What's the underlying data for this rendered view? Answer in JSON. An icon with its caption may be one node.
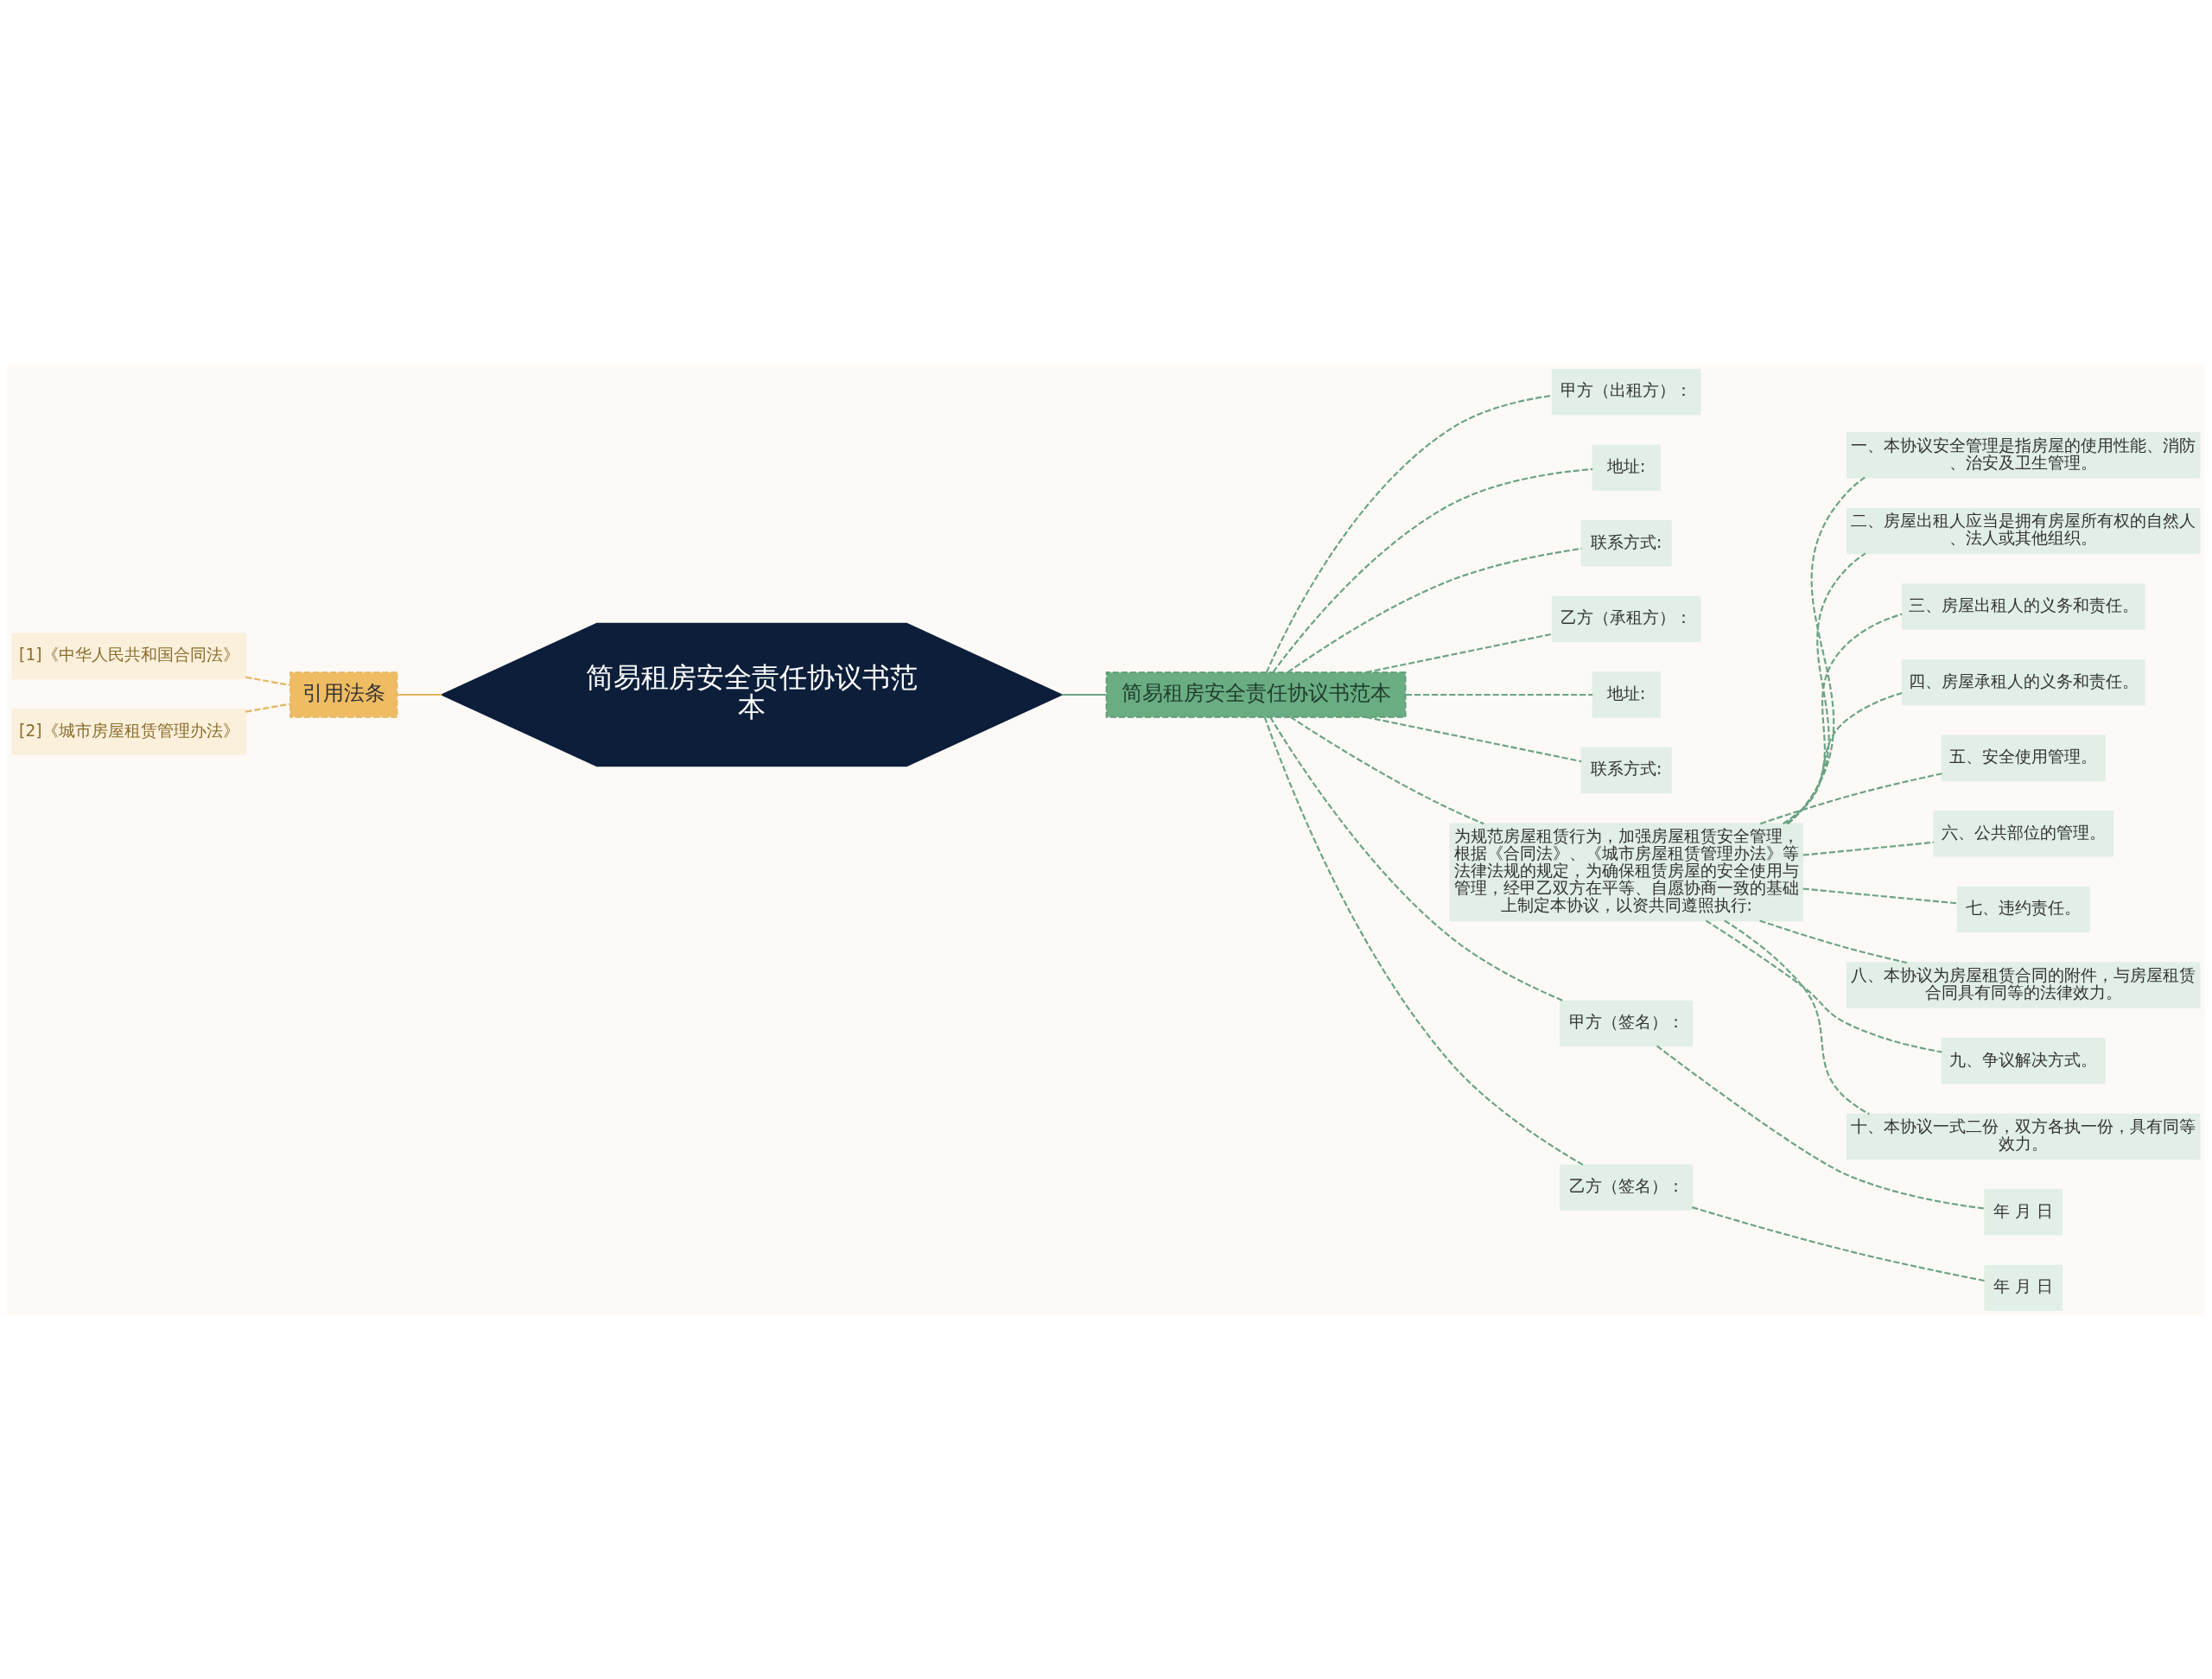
{
  "diagram": {
    "nodes": [
      {
        "text": [
          "简易租房安全责任协议书范本"
        ]
      },
      {
        "text": [
          "引用法条"
        ]
      },
      {
        "text": [
          "[1]《中华人民共和国合同法》"
        ]
      },
      {
        "text": [
          "[2]《城市房屋租赁管理办法》"
        ]
      },
      {
        "text": [
          "简易租房安全责任协议书范本"
        ]
      },
      {
        "text": [
          "甲方（出租方）："
        ]
      },
      {
        "text": [
          "地址:"
        ]
      },
      {
        "text": [
          "联系方式:"
        ]
      },
      {
        "text": [
          "乙方（承租方）："
        ]
      },
      {
        "text": [
          "地址:"
        ]
      },
      {
        "text": [
          "联系方式:"
        ]
      },
      {
        "text": [
          "为规范房屋租赁行为，加强房屋租赁安全管理，根据《合同法》、《城市房屋租赁管理办法》等法律法规的规定，为确保租赁房屋的安全使用与管理，经甲乙双方在平等、自愿协商一致的基础上制定本协议，以资共同遵照执行:"
        ]
      },
      {
        "text": [
          "一、本协议安全管理是指房屋的使用性能、消防、治安及卫生管理。"
        ]
      },
      {
        "text": [
          "二、房屋出租人应当是拥有房屋所有权的自然人、法人或其他组织。"
        ]
      },
      {
        "text": [
          "三、房屋出租人的义务和责任。"
        ]
      },
      {
        "text": [
          "四、房屋承租人的义务和责任。"
        ]
      },
      {
        "text": [
          "五、安全使用管理。"
        ]
      },
      {
        "text": [
          "六、公共部位的管理。"
        ]
      },
      {
        "text": [
          "七、违约责任。"
        ]
      },
      {
        "text": [
          "八、本协议为房屋租赁合同的附件，与房屋租赁合同具有同等的法律效力。"
        ]
      },
      {
        "text": [
          "九、争议解决方式。"
        ]
      },
      {
        "text": [
          "十、本协议一式二份，双方各执一份，具有同等效力。"
        ]
      },
      {
        "text": [
          "甲方（签名）："
        ]
      },
      {
        "text": [
          "年 月 日"
        ]
      },
      {
        "text": [
          "乙方（签名）："
        ]
      },
      {
        "text": [
          "年 月 日"
        ]
      }
    ],
    "edges": [
      {
        "from": 0,
        "to": 1,
        "arrow": "none",
        "color": "#e6b65e"
      },
      {
        "from": 1,
        "to": 2,
        "arrow": "none",
        "style": "dashed",
        "color": "#e6b65e"
      },
      {
        "from": 1,
        "to": 3,
        "arrow": "none",
        "style": "dashed",
        "color": "#e6b65e"
      },
      {
        "from": 0,
        "to": 4,
        "arrow": "none"
      },
      {
        "from": 4,
        "to": 5,
        "arrow": "none",
        "style": "dashed"
      },
      {
        "from": 4,
        "to": 6,
        "arrow": "none",
        "style": "dashed"
      },
      {
        "from": 4,
        "to": 7,
        "arrow": "none",
        "style": "dashed"
      },
      {
        "from": 4,
        "to": 8,
        "arrow": "none",
        "style": "dashed"
      },
      {
        "from": 4,
        "to": 9,
        "arrow": "none",
        "style": "dashed"
      },
      {
        "from": 4,
        "to": 10,
        "arrow": "none",
        "style": "dashed"
      },
      {
        "from": 4,
        "to": 11,
        "arrow": "none",
        "style": "dashed"
      },
      {
        "from": 11,
        "to": 12,
        "arrow": "none",
        "style": "dashed"
      },
      {
        "from": 11,
        "to": 13,
        "arrow": "none",
        "style": "dashed"
      },
      {
        "from": 11,
        "to": 14,
        "arrow": "none",
        "style": "dashed"
      },
      {
        "from": 11,
        "to": 15,
        "arrow": "none",
        "style": "dashed"
      },
      {
        "from": 11,
        "to": 16,
        "arrow": "none",
        "style": "dashed"
      },
      {
        "from": 11,
        "to": 17,
        "arrow": "none",
        "style": "dashed"
      },
      {
        "from": 11,
        "to": 18,
        "arrow": "none",
        "style": "dashed"
      },
      {
        "from": 11,
        "to": 19,
        "arrow": "none",
        "style": "dashed"
      },
      {
        "from": 11,
        "to": 20,
        "arrow": "none",
        "style": "dashed"
      },
      {
        "from": 11,
        "to": 21,
        "arrow": "none",
        "style": "dashed"
      },
      {
        "from": 4,
        "to": 22,
        "arrow": "none",
        "style": "dashed"
      },
      {
        "from": 22,
        "to": 23,
        "arrow": "none",
        "style": "dashed"
      },
      {
        "from": 4,
        "to": 24,
        "arrow": "none",
        "style": "dashed"
      },
      {
        "from": 24,
        "to": 25,
        "arrow": "none",
        "style": "dashed"
      }
    ]
  }
}
